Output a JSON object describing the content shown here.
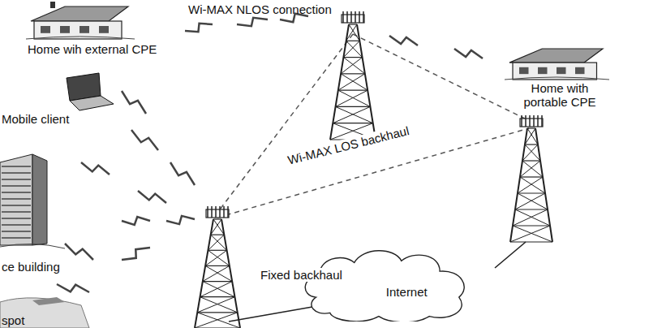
{
  "diagram": {
    "nodes": [
      {
        "text": [
          "Internet"
        ]
      }
    ],
    "labels": [
      "Wi-MAX NLOS connection",
      "Home wih external CPE",
      "Mobile client",
      "ce building",
      "spot",
      "Wi-MAX LOS backhaul",
      "Home with portable CPE",
      "Fixed backhaul"
    ]
  }
}
